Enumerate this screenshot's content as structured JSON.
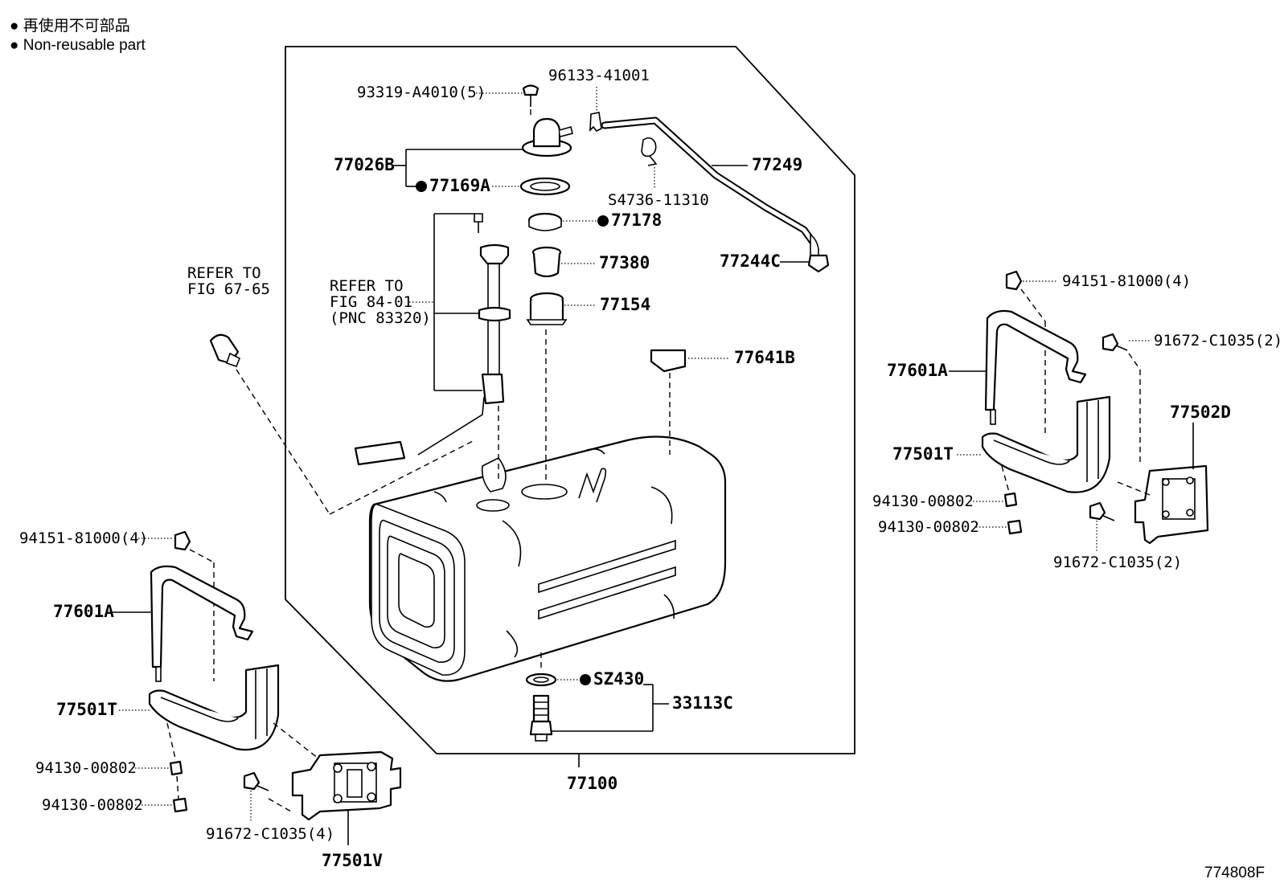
{
  "legend": {
    "line1": "● 再使用不可部品",
    "line2": "● Non-reusable part"
  },
  "parts": {
    "p93319": "93319-A4010(5)",
    "p96133": "96133-41001",
    "p77026B": "77026B",
    "p77169A": "77169A",
    "p77249": "77249",
    "pS4736": "S4736-11310",
    "p77178": "77178",
    "p77380": "77380",
    "p77244C": "77244C",
    "p77154": "77154",
    "p77641B": "77641B",
    "p94151R": "94151-81000(4)",
    "p91672R1": "91672-C1035(2)",
    "p77601AR": "77601A",
    "p77502D": "77502D",
    "p77501TR": "77501T",
    "p94130R1": "94130-00802",
    "p94130R2": "94130-00802",
    "p91672R2": "91672-C1035(2)",
    "p94151L": "94151-81000(4)",
    "p77601AL": "77601A",
    "p77501TL": "77501T",
    "p94130L1": "94130-00802",
    "p94130L2": "94130-00802",
    "p91672L": "91672-C1035(4)",
    "p77501V": "77501V",
    "pSZ430": "SZ430",
    "p33113C": "33113C",
    "p77100": "77100"
  },
  "refer1": {
    "line1": "REFER TO",
    "line2": "FIG 67-65"
  },
  "refer2": {
    "line1": "REFER TO",
    "line2": "FIG 84-01",
    "line3": "(PNC 83320)"
  },
  "figure_id": "774808F"
}
